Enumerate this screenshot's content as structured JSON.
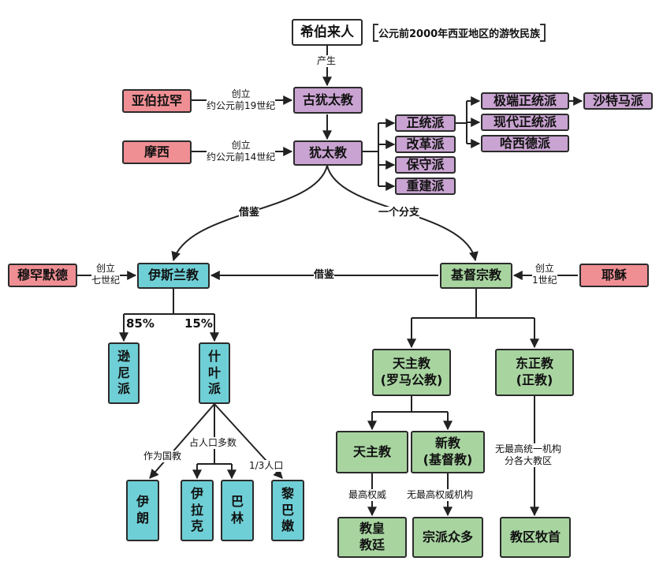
{
  "nodes": {
    "hebrews": "希伯来人",
    "proto_judaism": "古犹太教",
    "judaism": "犹太教",
    "abraham": "亚伯拉罕",
    "moses": "摩西",
    "orthodox": "正统派",
    "reform": "改革派",
    "conservative": "保守派",
    "reconstructionist": "重建派",
    "ultra_orthodox": "极端正统派",
    "modern_orthodox": "现代正统派",
    "hasidic": "哈西德派",
    "satmar": "沙特马派",
    "muhammad": "穆罕默德",
    "islam": "伊斯兰教",
    "christianity": "基督宗教",
    "jesus": "耶稣",
    "sunni": [
      "逊",
      "尼",
      "派"
    ],
    "shia": [
      "什",
      "叶",
      "派"
    ],
    "catholic_roman": [
      "天主教",
      "(罗马公教)"
    ],
    "orthodox_church": [
      "东正教",
      "(正教)"
    ],
    "catholic": "天主教",
    "protestant": [
      "新教",
      "(基督教)"
    ],
    "pope": [
      "教皇",
      "教廷"
    ],
    "denominations": "宗派众多",
    "bishops": "教区牧首",
    "iran": [
      "伊",
      "朗"
    ],
    "iraq": [
      "伊",
      "拉",
      "克"
    ],
    "bahrain": [
      "巴",
      "林"
    ],
    "lebanon": [
      "黎",
      "巴",
      "嫩"
    ]
  },
  "notes": {
    "hebrews_desc": "公元前2000年西亚地区的游牧民族"
  },
  "edge_labels": {
    "produced": "产生",
    "founded_19bc": [
      "创立",
      "约公元前19世纪"
    ],
    "founded_14bc": [
      "创立",
      "约公元前14世纪"
    ],
    "founded_7c": [
      "创立",
      "七世纪"
    ],
    "founded_1c": [
      "创立",
      "1世纪"
    ],
    "borrowed_1": "借鉴",
    "branch": "一个分支",
    "borrowed_2": "借鉴",
    "sunni_pct": "85%",
    "shia_pct": "15%",
    "state_religion": "作为国教",
    "majority": "占人口多数",
    "one_third": "1/3人口",
    "highest_authority": "最高权威",
    "no_highest_authority": "无最高权威机构",
    "no_unified": [
      "无最高统一机构",
      "分各大教区"
    ]
  },
  "colors": {
    "line": "#222222",
    "purple": "#c9a3d1",
    "pink": "#ef8f94",
    "green": "#a8d4a0",
    "cyan": "#6fcfd6"
  }
}
